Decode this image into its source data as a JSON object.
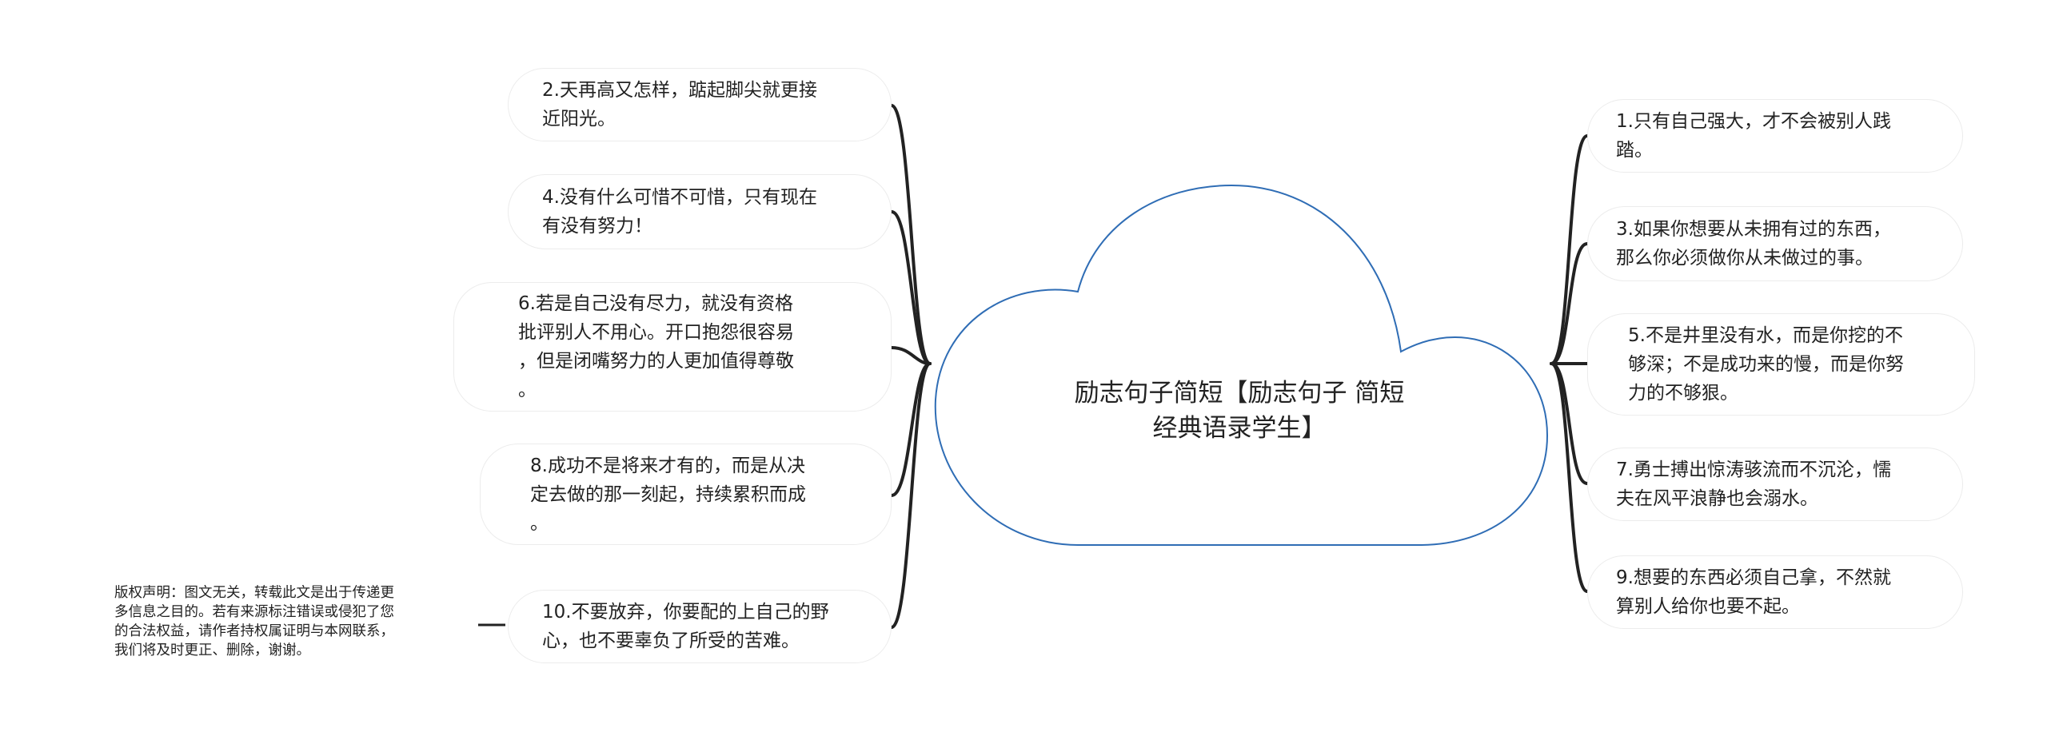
{
  "center": {
    "title_line1": "励志句子简短【励志句子",
    "title_line2": "简短经典语录学生】"
  },
  "left_nodes": [
    {
      "line1": "2.天再高又怎样，踮起脚尖就更接",
      "line2": "近阳光。"
    },
    {
      "line1": "4.没有什么可惜不可惜，只有现在",
      "line2": "有没有努力！"
    },
    {
      "line1": "6.若是自己没有尽力，就没有资格",
      "line2": "批评别人不用心。开口抱怨很容易",
      "line3": "，但是闭嘴努力的人更加值得尊敬",
      "line4": "。"
    },
    {
      "line1": "8.成功不是将来才有的，而是从决",
      "line2": "定去做的那一刻起，持续累积而成",
      "line3": "。"
    },
    {
      "line1": "10.不要放弃，你要配的上自己的野",
      "line2": "心，也不要辜负了所受的苦难。"
    }
  ],
  "right_nodes": [
    {
      "line1": "1.只有自己强大，才不会被别人践",
      "line2": "踏。"
    },
    {
      "line1": "3.如果你想要从未拥有过的东西，",
      "line2": "那么你必须做你从未做过的事。"
    },
    {
      "line1": "5.不是井里没有水，而是你挖的不",
      "line2": "够深；不是成功来的慢，而是你努",
      "line3": "力的不够狠。"
    },
    {
      "line1": "7.勇士搏出惊涛骇流而不沉沦，懦",
      "line2": "夫在风平浪静也会溺水。"
    },
    {
      "line1": "9.想要的东西必须自己拿，不然就",
      "line2": "算别人给你也要不起。"
    }
  ],
  "copyright": {
    "line1": "版权声明：图文无关，转载此文是出于传递更",
    "line2": "多信息之目的。若有来源标注错误或侵犯了您",
    "line3": "的合法权益，请作者持权属证明与本网联系，",
    "line4": "我们将及时更正、删除，谢谢。"
  },
  "colors": {
    "cloud_stroke": "#2f6db5",
    "branch": "#222222",
    "node_border": "#ececec",
    "text": "#222222"
  }
}
